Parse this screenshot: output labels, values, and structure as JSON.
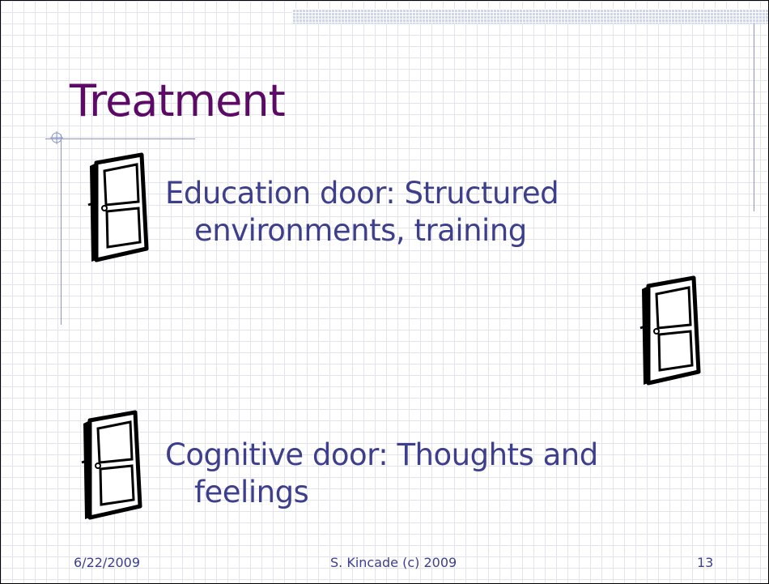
{
  "slide": {
    "title": "Treatment",
    "bullets": [
      {
        "line1": "Education door: Structured",
        "line2": "environments, training"
      },
      {
        "line1": "Cognitive door: Thoughts and",
        "line2": "feelings"
      }
    ],
    "footer": {
      "date": "6/22/2009",
      "author": "S. Kincade (c) 2009",
      "page": "13"
    },
    "icons": [
      "door-icon",
      "door-icon",
      "door-icon"
    ],
    "colors": {
      "title": "#5c0a66",
      "text": "#3d3f8c",
      "accent": "#8b95c9"
    }
  }
}
